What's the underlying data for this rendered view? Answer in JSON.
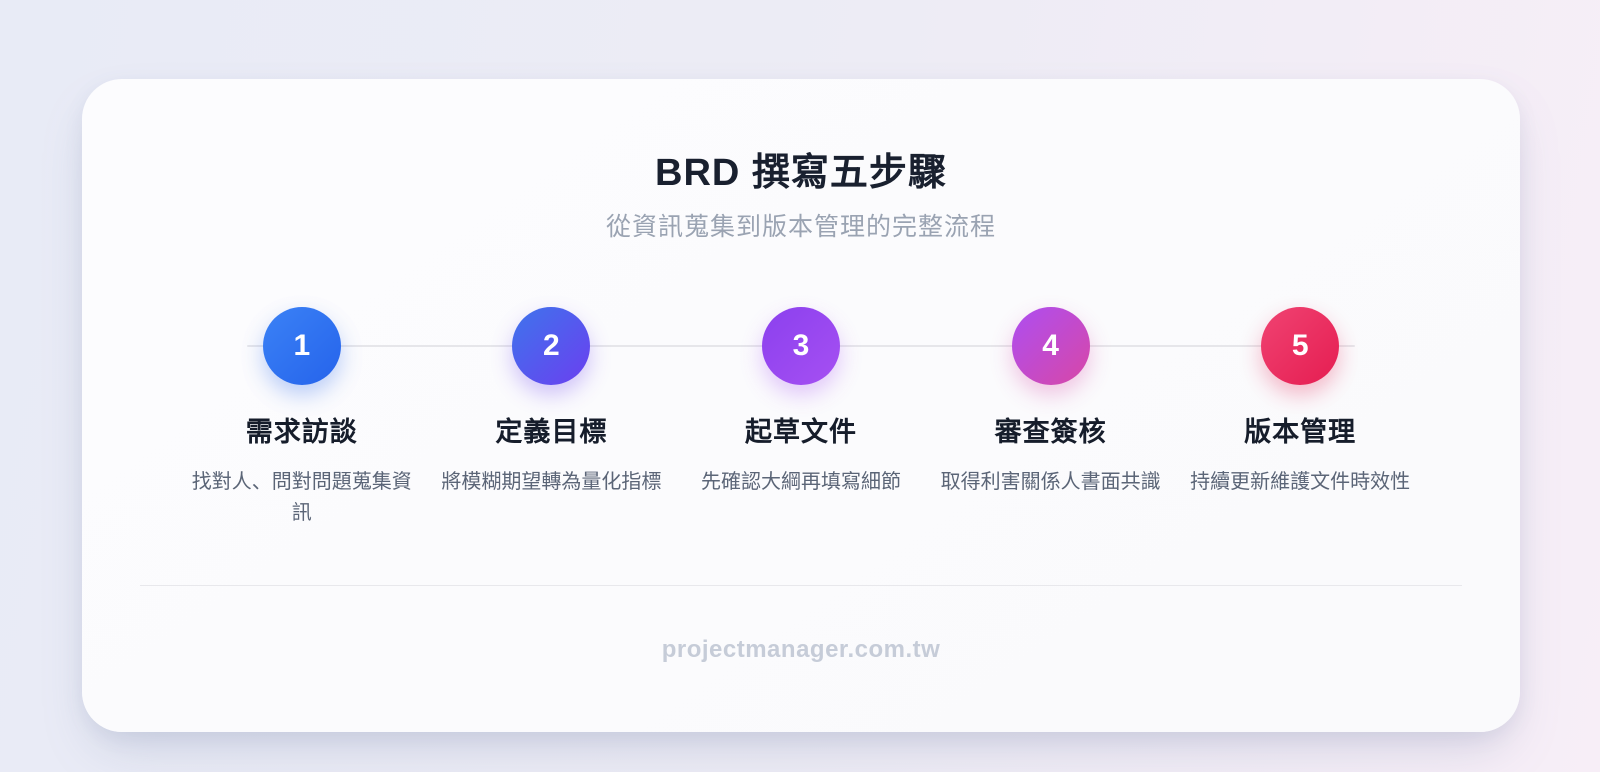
{
  "header": {
    "title": "BRD 撰寫五步驟",
    "subtitle": "從資訊蒐集到版本管理的完整流程"
  },
  "steps": [
    {
      "number": "1",
      "title": "需求訪談",
      "description": "找對人、問對問題蒐集資訊",
      "gradient_start": "#3b82f6",
      "gradient_end": "#2563eb",
      "shadow": "rgba(37,99,235,0.30)"
    },
    {
      "number": "2",
      "title": "定義目標",
      "description": "將模糊期望轉為量化指標",
      "gradient_start": "#3e74ec",
      "gradient_end": "#6b3ff0",
      "shadow": "rgba(107,63,240,0.30)"
    },
    {
      "number": "3",
      "title": "起草文件",
      "description": "先確認大綱再填寫細節",
      "gradient_start": "#8b40ee",
      "gradient_end": "#a650f2",
      "shadow": "rgba(166,80,242,0.30)"
    },
    {
      "number": "4",
      "title": "審查簽核",
      "description": "取得利害關係人書面共識",
      "gradient_start": "#ad4ef2",
      "gradient_end": "#d847a6",
      "shadow": "rgba(216,71,166,0.30)"
    },
    {
      "number": "5",
      "title": "版本管理",
      "description": "持續更新維護文件時效性",
      "gradient_start": "#f04372",
      "gradient_end": "#e51d51",
      "shadow": "rgba(229,29,81,0.30)"
    }
  ],
  "footer": {
    "website": "projectmanager.com.tw"
  },
  "colors": {
    "title": "#19202f",
    "subtitle": "#9aa3b2",
    "step_title": "#161d2b",
    "step_description": "#5b6577",
    "connector": "#e6e6ea",
    "divider": "#e8e8ec",
    "footer_text": "#c6ccd8",
    "page_background_left": "#e8ebf6",
    "page_background_right": "#f7eef7",
    "card_background": "#fcfcfe"
  }
}
